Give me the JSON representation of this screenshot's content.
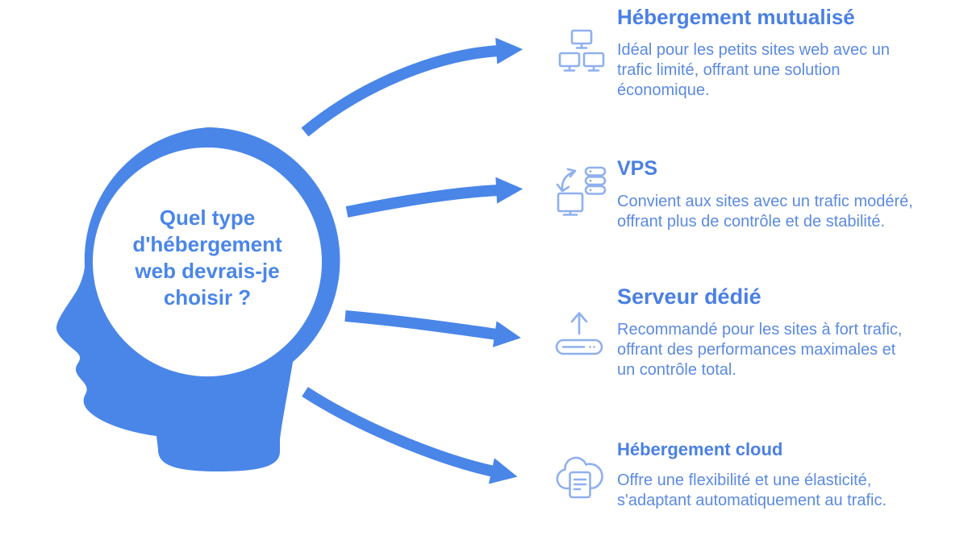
{
  "figure": {
    "question": "Quel type\nd'hébergement\nweb devrais-je\nchoisir ?",
    "head_graphic": "human-head-profile-silhouette",
    "connector_style": "curved-arrows"
  },
  "colors": {
    "primary_blue": "#4a86e8",
    "title_blue": "#4a80e4",
    "description_blue": "#5b8ae2",
    "icon_blue": "#8fb0ef",
    "background": "#ffffff"
  },
  "sections": [
    {
      "title": "Hébergement mutualisé",
      "description": "Idéal pour les petits sites web avec un trafic limité, offrant une solution économique.",
      "icon": "shared-hosting-network-icon"
    },
    {
      "title": "VPS",
      "description": "Convient aux sites avec un trafic modéré, offrant plus de contrôle et de stabilité.",
      "icon": "vps-monitor-server-sync-icon"
    },
    {
      "title": "Serveur dédié",
      "description": "Recommandé pour les sites à fort trafic, offrant des performances maximales et un contrôle total.",
      "icon": "dedicated-server-upload-icon"
    },
    {
      "title": "Hébergement cloud",
      "description": "Offre une flexibilité et une élasticité, s'adaptant automatiquement au trafic.",
      "icon": "cloud-document-icon"
    }
  ]
}
